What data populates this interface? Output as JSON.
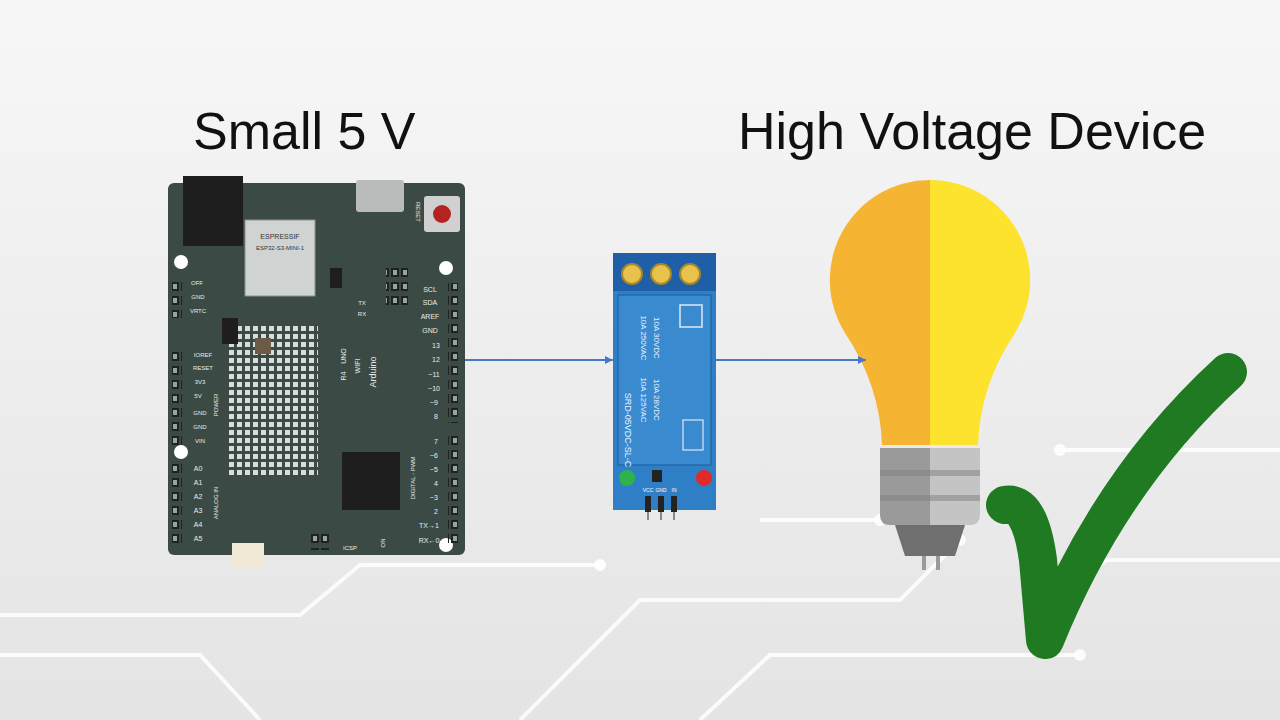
{
  "diagram": {
    "nodes": [
      {
        "text": [
          "Small 5 V"
        ]
      },
      {
        "text": [
          "SRD-05VDC-SL-C"
        ]
      },
      {
        "text": [
          "High Voltage Device"
        ]
      }
    ],
    "edges": [
      {
        "from": 0,
        "to": 1,
        "arrow": "to"
      },
      {
        "from": 1,
        "to": 2,
        "arrow": "to"
      }
    ],
    "labels": [
      "ESPRESSIF",
      "ESP32-S3-MINI-1",
      "RESET",
      "OFF",
      "GND",
      "VRTC",
      "SCL",
      "SDA",
      "AREF",
      "GND",
      "13",
      "12",
      "~11",
      "~10",
      "~9",
      "8",
      "7",
      "~6",
      "~5",
      "4",
      "~3",
      "2",
      "TX→1",
      "RX←0",
      "IOREF",
      "RESET",
      "3V3",
      "5V",
      "GND",
      "GND",
      "VIN",
      "POWER",
      "A0",
      "A1",
      "A2",
      "A3",
      "A4",
      "A5",
      "ANALOG IN",
      "DIGITAL - PWM",
      "Arduino",
      "UNO",
      "R4",
      "WIFI",
      "ICSP",
      "ON",
      "TX",
      "RX",
      "10A 250VAC",
      "10A 125VAC",
      "10A 30VDC",
      "10A 28VDC",
      "VCC",
      "GND",
      "IN"
    ]
  }
}
